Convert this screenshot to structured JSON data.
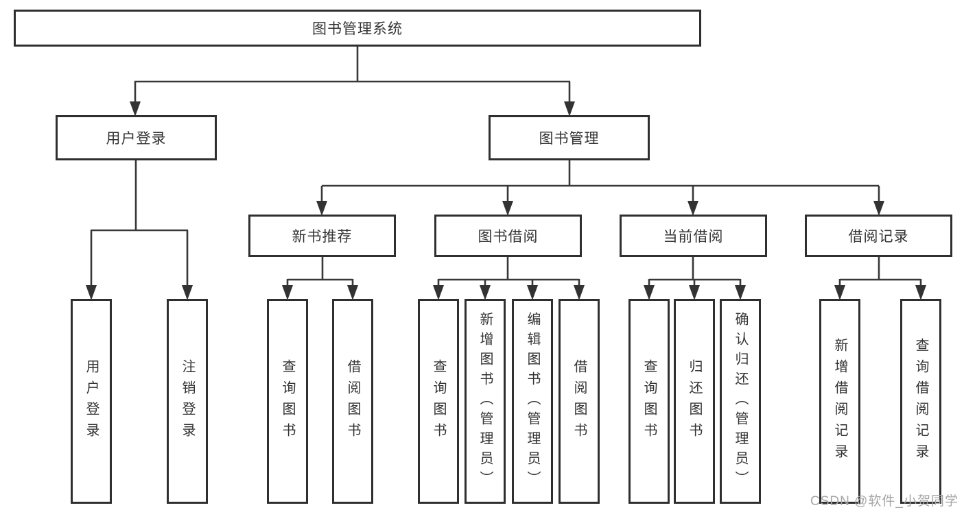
{
  "diagram": {
    "root": {
      "label": "图书管理系统"
    },
    "branches": [
      {
        "label": "用户登录",
        "children": [
          {
            "label": "用户登录"
          },
          {
            "label": "注销登录"
          }
        ]
      },
      {
        "label": "图书管理",
        "groups": [
          {
            "label": "新书推荐",
            "children": [
              {
                "label": "查询图书"
              },
              {
                "label": "借阅图书"
              }
            ]
          },
          {
            "label": "图书借阅",
            "children": [
              {
                "label": "查询图书"
              },
              {
                "label": "新增图书（管理员）"
              },
              {
                "label": "编辑图书（管理员）"
              },
              {
                "label": "借阅图书"
              }
            ]
          },
          {
            "label": "当前借阅",
            "children": [
              {
                "label": "查询图书"
              },
              {
                "label": "归还图书"
              },
              {
                "label": "确认归还（管理员）"
              }
            ]
          },
          {
            "label": "借阅记录",
            "children": [
              {
                "label": "新增借阅记录"
              },
              {
                "label": "查询借阅记录"
              }
            ]
          }
        ]
      }
    ]
  },
  "watermark": {
    "text": "CSDN @软件_小贺同学"
  },
  "colors": {
    "line": "#383838",
    "box_border": "#2f2f2f",
    "text": "#333333",
    "watermark": "#a6a6a6",
    "background": "#ffffff"
  }
}
